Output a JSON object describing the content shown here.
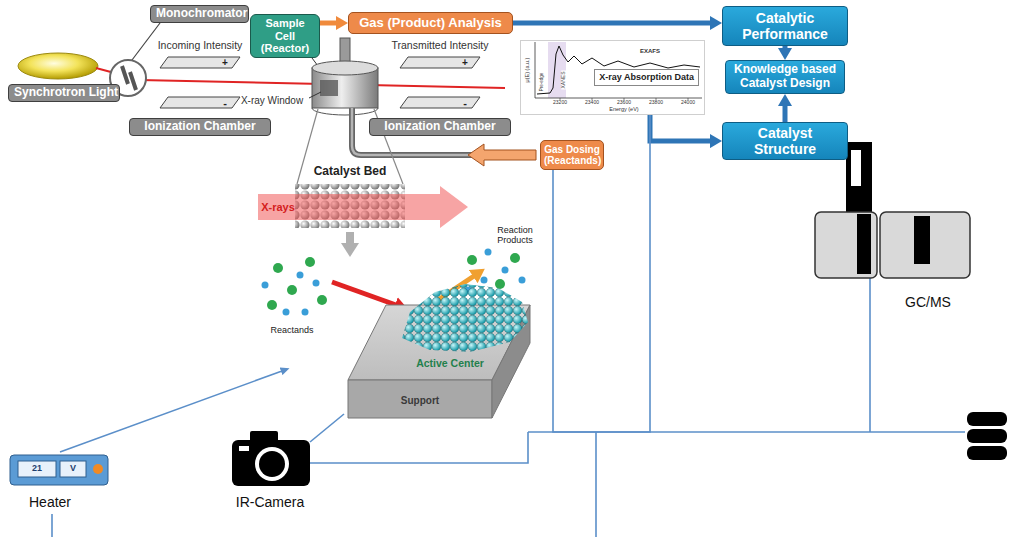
{
  "diagram": {
    "nodes": [
      {
        "text": [
          "Synchrotron Light"
        ]
      },
      {
        "text": [
          "Monochromator"
        ]
      },
      {
        "text": [
          "Ionization Chamber"
        ]
      },
      {
        "text": [
          "Sample Cell (Reactor)"
        ]
      },
      {
        "text": [
          "Gas (Product) Analysis"
        ]
      },
      {
        "text": [
          "Ionization Chamber"
        ]
      },
      {
        "text": [
          "X-ray Absorption Data"
        ]
      },
      {
        "text": [
          "Catalytic Performance"
        ]
      },
      {
        "text": [
          "Knowledge based Catalyst Design"
        ]
      },
      {
        "text": [
          "Catalyst Structure"
        ]
      },
      {
        "text": [
          "Gas Dosing (Reactands)"
        ]
      }
    ],
    "edges": [
      {
        "from": 3,
        "to": 4,
        "arrow": "to"
      },
      {
        "from": 4,
        "to": 7,
        "arrow": "to"
      },
      {
        "from": 6,
        "to": 9,
        "arrow": "to"
      },
      {
        "from": 7,
        "to": 8,
        "arrow": "to"
      },
      {
        "from": 9,
        "to": 8,
        "arrow": "to"
      },
      {
        "from": 10,
        "to": 6,
        "arrow": "none"
      }
    ],
    "labels": [
      "Incoming Intensity",
      "+",
      "-",
      "Transmitted Intensity",
      "+",
      "-",
      "X-ray Window",
      "Catalyst Bed",
      "X-rays",
      "Reactands",
      "Reaction Products",
      "Active Center",
      "Support",
      "Heater",
      "21",
      "V",
      "IR-Camera",
      "GC/MS",
      "EXAFS",
      "XANES",
      "Pre-edge",
      "μ(E) (a.u.)",
      "23200",
      "23400",
      "23600",
      "23800",
      "24000",
      "Energy (eV)"
    ]
  }
}
